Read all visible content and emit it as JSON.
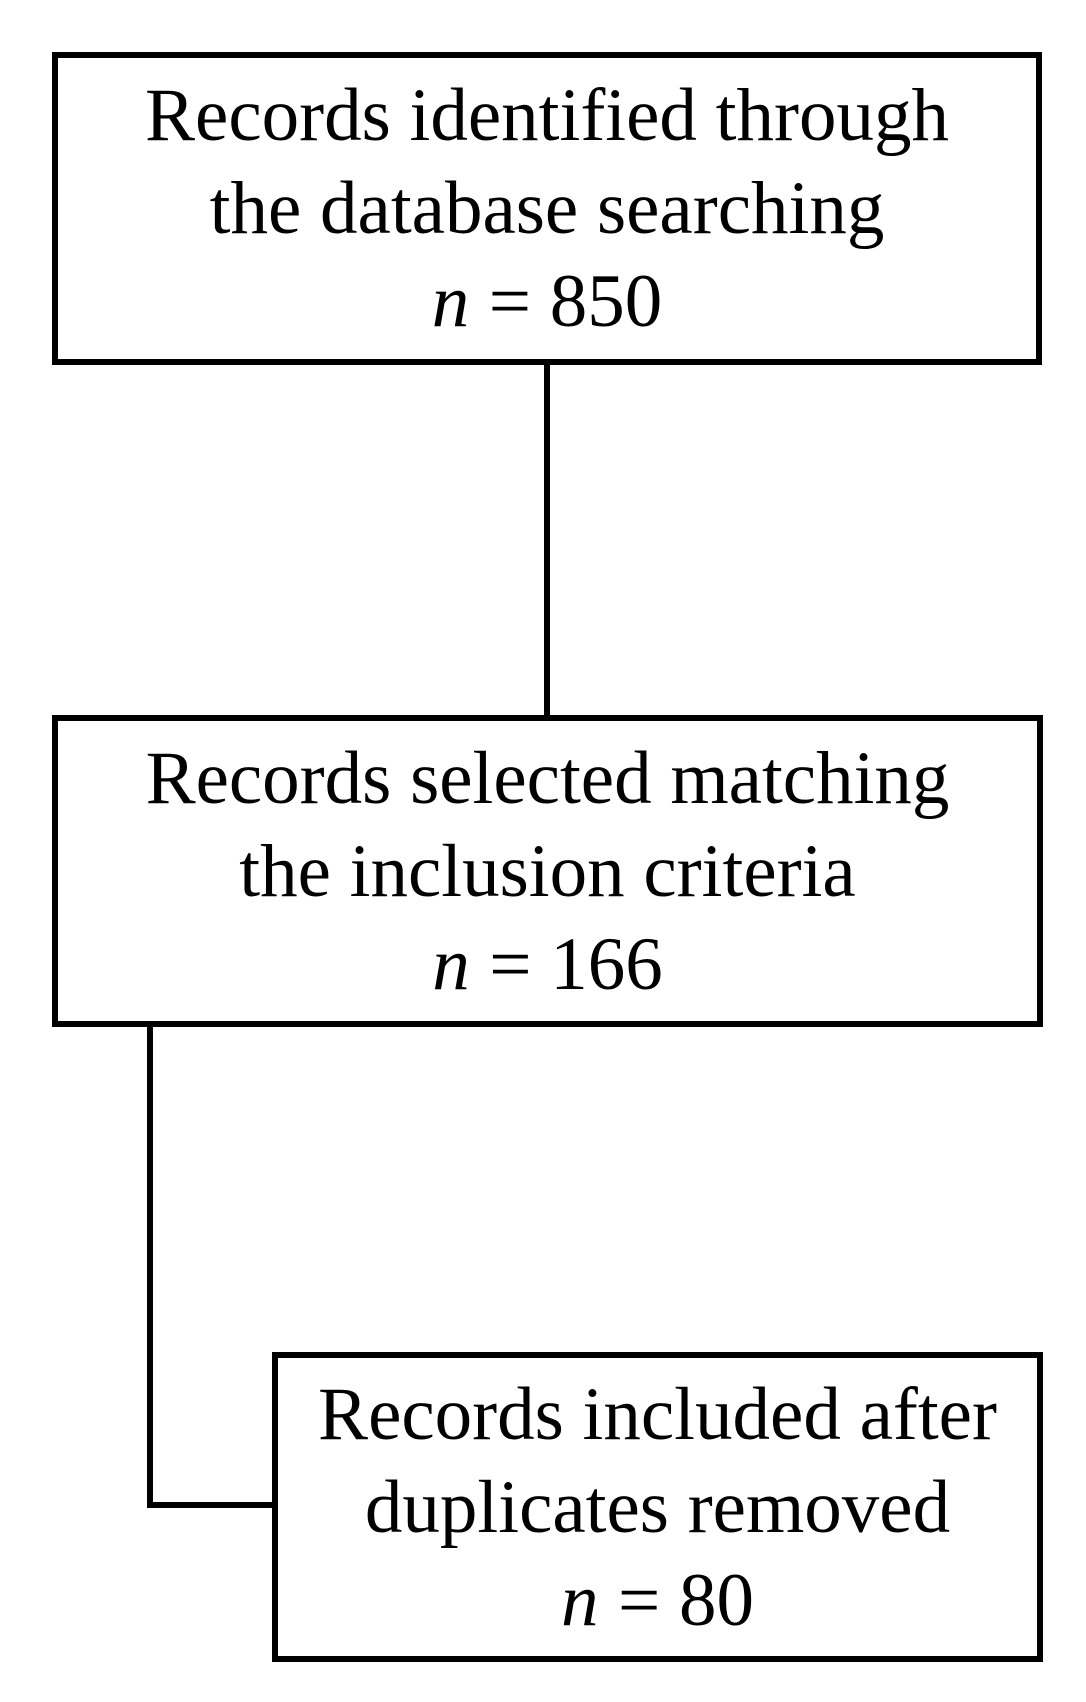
{
  "page": {
    "background_color": "#ffffff",
    "stroke_color": "#000000"
  },
  "diagram": {
    "type": "flowchart",
    "boxes": [
      {
        "id": "records-identified",
        "line1": "Records identified through",
        "line2": "the database searching",
        "n_symbol": "n",
        "n_rest": "= 850",
        "count": 850
      },
      {
        "id": "records-selected",
        "line1": "Records selected matching",
        "line2": "the inclusion criteria",
        "n_symbol": "n",
        "n_rest": "= 166",
        "count": 166
      },
      {
        "id": "records-included",
        "line1": "Records included after",
        "line2": "duplicates removed",
        "n_symbol": "n",
        "n_rest": "= 80",
        "count": 80
      }
    ],
    "connectors": [
      {
        "from": "records-identified",
        "to": "records-selected",
        "style": "straight-vertical"
      },
      {
        "from": "records-selected",
        "to": "records-included",
        "style": "left-elbow"
      }
    ]
  }
}
